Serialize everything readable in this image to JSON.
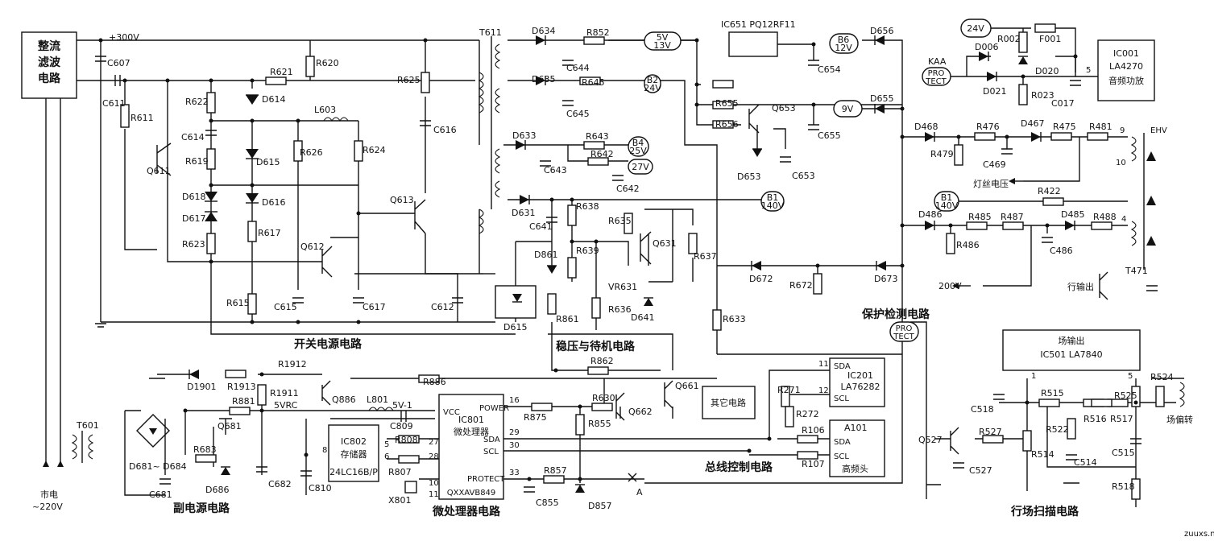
{
  "blocks": {
    "rectifier": [
      "整流",
      "滤波",
      "电路"
    ],
    "ic651": "IC651  PQ12RF11",
    "ic001": [
      "IC001",
      "LA4270",
      "音频功放"
    ],
    "ic802": [
      "IC802",
      "存储器",
      "24LC16B/P"
    ],
    "ic801": [
      "VCC",
      "IC801",
      "微处理器",
      "POWER",
      "SDA",
      "SCL",
      "PROTECT",
      "QXXAVB849"
    ],
    "ic201": [
      "SDA",
      "IC201",
      "LA76282",
      "SCL"
    ],
    "a101": [
      "A101",
      "SDA",
      "SCL",
      "高频头"
    ],
    "ic501": [
      "场输出",
      "IC501  LA7840"
    ],
    "other": "其它电路"
  },
  "sections": {
    "switching": "开关电源电路",
    "regulator": "稳压与待机电路",
    "protect": "保护检测电路",
    "aux_power": "副电源电路",
    "mcu": "微处理器电路",
    "bus": "总线控制电路",
    "scan": "行场扫描电路"
  },
  "voltages": {
    "plus300": "+300V",
    "v5": "5V",
    "v13": "13V",
    "b2": "B2",
    "v24": "24V",
    "b4": "B4",
    "v25": "25V",
    "v27": "27V",
    "b1": "B1",
    "v140": "140V",
    "b6": "B6",
    "v12": "12V",
    "v9": "9V",
    "v24b": "24V",
    "b1b": "B1",
    "v140b": "140V",
    "v200": "200V",
    "vrc": "5VRC",
    "v5_1": "5V-1",
    "kaa": "KAA",
    "pro": "PRO",
    "tect": "TECT",
    "pro2": "PRO",
    "tect2": "TECT",
    "filament": "灯丝电压",
    "mains": "市电",
    "mains_v": "~220V",
    "ehv": "EHV",
    "hout": "行输出",
    "yoke": "场偏转",
    "point_a": "A"
  },
  "labels": {
    "T611": "T611",
    "D634": "D634",
    "R852": "R852",
    "C644": "C644",
    "D635": "D635",
    "R645": "R645",
    "C645": "C645",
    "D633": "D633",
    "R643": "R643",
    "R642": "R642",
    "C643": "C643",
    "C642": "C642",
    "D631": "D631",
    "C641": "C641",
    "C607": "C607",
    "C611": "C611",
    "R611": "R611",
    "Q611": "Q611",
    "R621": "R621",
    "R620": "R620",
    "R622": "R622",
    "D614": "D614",
    "C614": "C614",
    "L603": "L603",
    "R619": "R619",
    "D615": "D615",
    "R626": "R626",
    "R624": "R624",
    "D618": "D618",
    "D616": "D616",
    "D617": "D617",
    "R617": "R617",
    "R623": "R623",
    "Q612": "Q612",
    "Q613": "Q613",
    "R625": "R625",
    "C616": "C616",
    "R615": "R615",
    "C615": "C615",
    "C617": "C617",
    "C612": "C612",
    "D615b": "D615",
    "R638": "R638",
    "R635": "R635",
    "Q631": "Q631",
    "D861": "D861",
    "R639": "R639",
    "VR631": "VR631",
    "R637": "R637",
    "R861": "R861",
    "R636": "R636",
    "D641": "D641",
    "R633": "R633",
    "R655": "R655",
    "Q653": "Q653",
    "R656": "R656",
    "D653": "D653",
    "C653": "C653",
    "C654": "C654",
    "C655": "C655",
    "D656": "D656",
    "D655": "D655",
    "D672": "D672",
    "R672": "R672",
    "D673": "D673",
    "R002": "R002",
    "F001": "F001",
    "D006": "D006",
    "D020": "D020",
    "D021": "D021",
    "R023": "R023",
    "C017": "C017",
    "D468": "D468",
    "R476": "R476",
    "D467": "D467",
    "R475": "R475",
    "R481": "R481",
    "R479": "R479",
    "C469": "C469",
    "R422": "R422",
    "D486": "D486",
    "R485": "R485",
    "R487": "R487",
    "D485": "D485",
    "R488": "R488",
    "R486": "R486",
    "C486": "C486",
    "T471": "T471",
    "D1901": "D1901",
    "R1913": "R1913",
    "R1912": "R1912",
    "R1911": "R1911",
    "Q886": "Q886",
    "R886": "R886",
    "R881": "R881",
    "L801": "L801",
    "T601": "T601",
    "Q681": "Q681",
    "R683": "R683",
    "D681": "D681~ D684",
    "D686": "D686",
    "C681": "C681",
    "C682": "C682",
    "C809": "C809",
    "R808": "R808",
    "R807": "R807",
    "X801": "X801",
    "C810": "C810",
    "R862": "R862",
    "R875": "R875",
    "R630": "R630",
    "Q662": "Q662",
    "Q661": "Q661",
    "R855": "R855",
    "R857": "R857",
    "C855": "C855",
    "D857": "D857",
    "R271": "R271",
    "R272": "R272",
    "R106": "R106",
    "R107": "R107",
    "Q527": "Q527",
    "R527": "R527",
    "C527": "C527",
    "C518": "C518",
    "R515": "R515",
    "R522": "R522",
    "R516": "R516",
    "R517": "R517",
    "R525": "R525",
    "R524": "R524",
    "R514": "R514",
    "C514": "C514",
    "C515": "C515",
    "R518": "R518"
  },
  "pins": [
    "5",
    "9",
    "10",
    "4",
    "11",
    "12",
    "16",
    "29",
    "30",
    "33",
    "8",
    "5",
    "6",
    "27",
    "28",
    "10",
    "11",
    "1",
    "5"
  ],
  "watermark": "zuuxs.net"
}
